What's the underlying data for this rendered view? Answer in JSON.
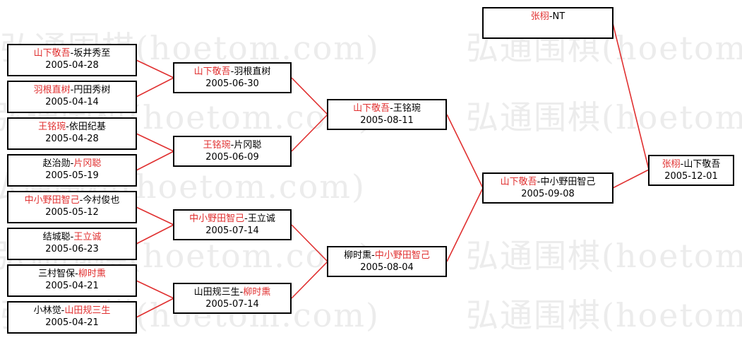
{
  "watermark": "弘通围棋(hoetom.com)",
  "colors": {
    "winner": "#e03030",
    "line": "#e03030",
    "text": "#000000",
    "watermark": "#ececec"
  },
  "matches": {
    "r1_1": {
      "winner": "山下敬吾",
      "sep": "-",
      "loser": "坂井秀至",
      "date": "2005-04-28"
    },
    "r1_2": {
      "winner": "羽根直树",
      "sep": "-",
      "loser": "円田秀树",
      "date": "2005-04-14"
    },
    "r1_3": {
      "winner": "王铭琬",
      "sep": "-",
      "loser": "依田纪基",
      "date": "2005-04-28"
    },
    "r1_4": {
      "loser": "赵治勋",
      "sep": "-",
      "winner": "片冈聪",
      "date": "2005-05-19"
    },
    "r1_5": {
      "winner": "中小野田智己",
      "sep": "-",
      "loser": "今村俊也",
      "date": "2005-05-12"
    },
    "r1_6": {
      "loser": "结城聪",
      "sep": "-",
      "winner": "王立诚",
      "date": "2005-06-23"
    },
    "r1_7": {
      "loser": "三村智保",
      "sep": "-",
      "winner": "柳时熏",
      "date": "2005-04-21"
    },
    "r1_8": {
      "loser": "小林觉",
      "sep": "-",
      "winner": "山田规三生",
      "date": "2005-04-21"
    },
    "r2_1": {
      "winner": "山下敬吾",
      "sep": "-",
      "loser": "羽根直树",
      "date": "2005-06-30"
    },
    "r2_2": {
      "winner": "王铭琬",
      "sep": "-",
      "loser": "片冈聪",
      "date": "2005-06-09"
    },
    "r2_3": {
      "winner": "中小野田智己",
      "sep": "-",
      "loser": "王立诚",
      "date": "2005-07-14"
    },
    "r2_4": {
      "loser": "山田规三生",
      "sep": "-",
      "winner": "柳时熏",
      "date": "2005-07-14"
    },
    "r3_1": {
      "winner": "山下敬吾",
      "sep": "-",
      "loser": "王铭琬",
      "date": "2005-08-11"
    },
    "r3_2": {
      "loser": "柳时熏",
      "sep": "-",
      "winner": "中小野田智己",
      "date": "2005-08-04"
    },
    "r4_1": {
      "winner": "山下敬吾",
      "sep": "-",
      "loser": "中小野田智己",
      "date": "2005-09-08"
    },
    "seed": {
      "winner": "张栩",
      "sep": "-",
      "loser": "NT"
    },
    "final": {
      "winner": "张栩",
      "sep": "-",
      "loser": "山下敬吾",
      "date": "2005-12-01"
    }
  }
}
